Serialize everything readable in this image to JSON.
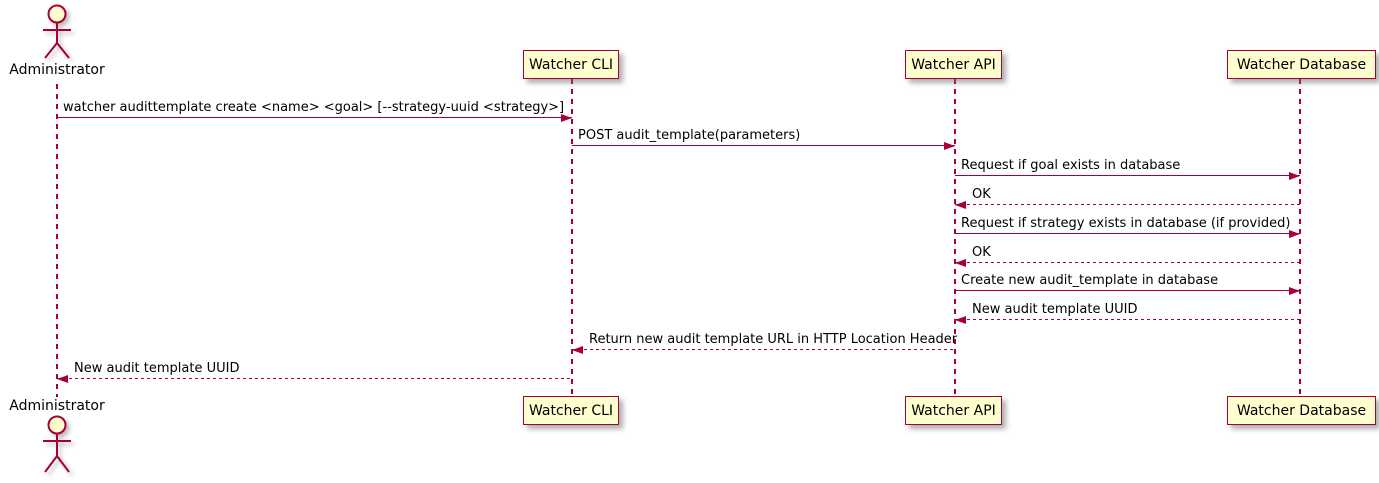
{
  "diagram": {
    "type": "sequence-diagram",
    "colors": {
      "participant_fill": "#FEFECE",
      "line_color": "#A80036",
      "text_color": "#000000",
      "background": "#FFFFFF"
    },
    "participants": [
      {
        "id": "administrator",
        "kind": "actor",
        "label": "Administrator"
      },
      {
        "id": "watcher-cli",
        "kind": "participant",
        "label": "Watcher CLI"
      },
      {
        "id": "watcher-api",
        "kind": "participant",
        "label": "Watcher API"
      },
      {
        "id": "watcher-database",
        "kind": "participant",
        "label": "Watcher Database"
      }
    ],
    "messages": [
      {
        "from": "Administrator",
        "to": "Watcher CLI",
        "line": "solid",
        "direction": "right",
        "text": "watcher audittemplate create <name> <goal> [--strategy-uuid <strategy>]"
      },
      {
        "from": "Watcher CLI",
        "to": "Watcher API",
        "line": "solid",
        "direction": "right",
        "text": "POST audit_template(parameters)"
      },
      {
        "from": "Watcher API",
        "to": "Watcher Database",
        "line": "solid",
        "direction": "right",
        "text": "Request if goal exists in database"
      },
      {
        "from": "Watcher Database",
        "to": "Watcher API",
        "line": "dashed",
        "direction": "left",
        "text": "OK"
      },
      {
        "from": "Watcher API",
        "to": "Watcher Database",
        "line": "solid",
        "direction": "right",
        "text": "Request if strategy exists in database (if provided)"
      },
      {
        "from": "Watcher Database",
        "to": "Watcher API",
        "line": "dashed",
        "direction": "left",
        "text": "OK"
      },
      {
        "from": "Watcher API",
        "to": "Watcher Database",
        "line": "solid",
        "direction": "right",
        "text": "Create new audit_template in database"
      },
      {
        "from": "Watcher Database",
        "to": "Watcher API",
        "line": "dashed",
        "direction": "left",
        "text": "New audit template UUID"
      },
      {
        "from": "Watcher API",
        "to": "Watcher CLI",
        "line": "dashed",
        "direction": "left",
        "text": "Return new audit template URL in HTTP Location Header"
      },
      {
        "from": "Watcher CLI",
        "to": "Administrator",
        "line": "dashed",
        "direction": "left",
        "text": "New audit template UUID"
      }
    ]
  }
}
